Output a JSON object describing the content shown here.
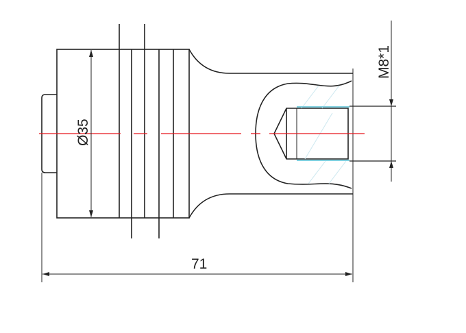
{
  "drawing": {
    "diameter_label": "Ø35",
    "length_label": "71",
    "thread_label": "M8*1"
  },
  "colors": {
    "outline": "#222222",
    "centerline": "#e8141c",
    "thread": "#7fd0e0",
    "hatch": "#cde8f0"
  }
}
